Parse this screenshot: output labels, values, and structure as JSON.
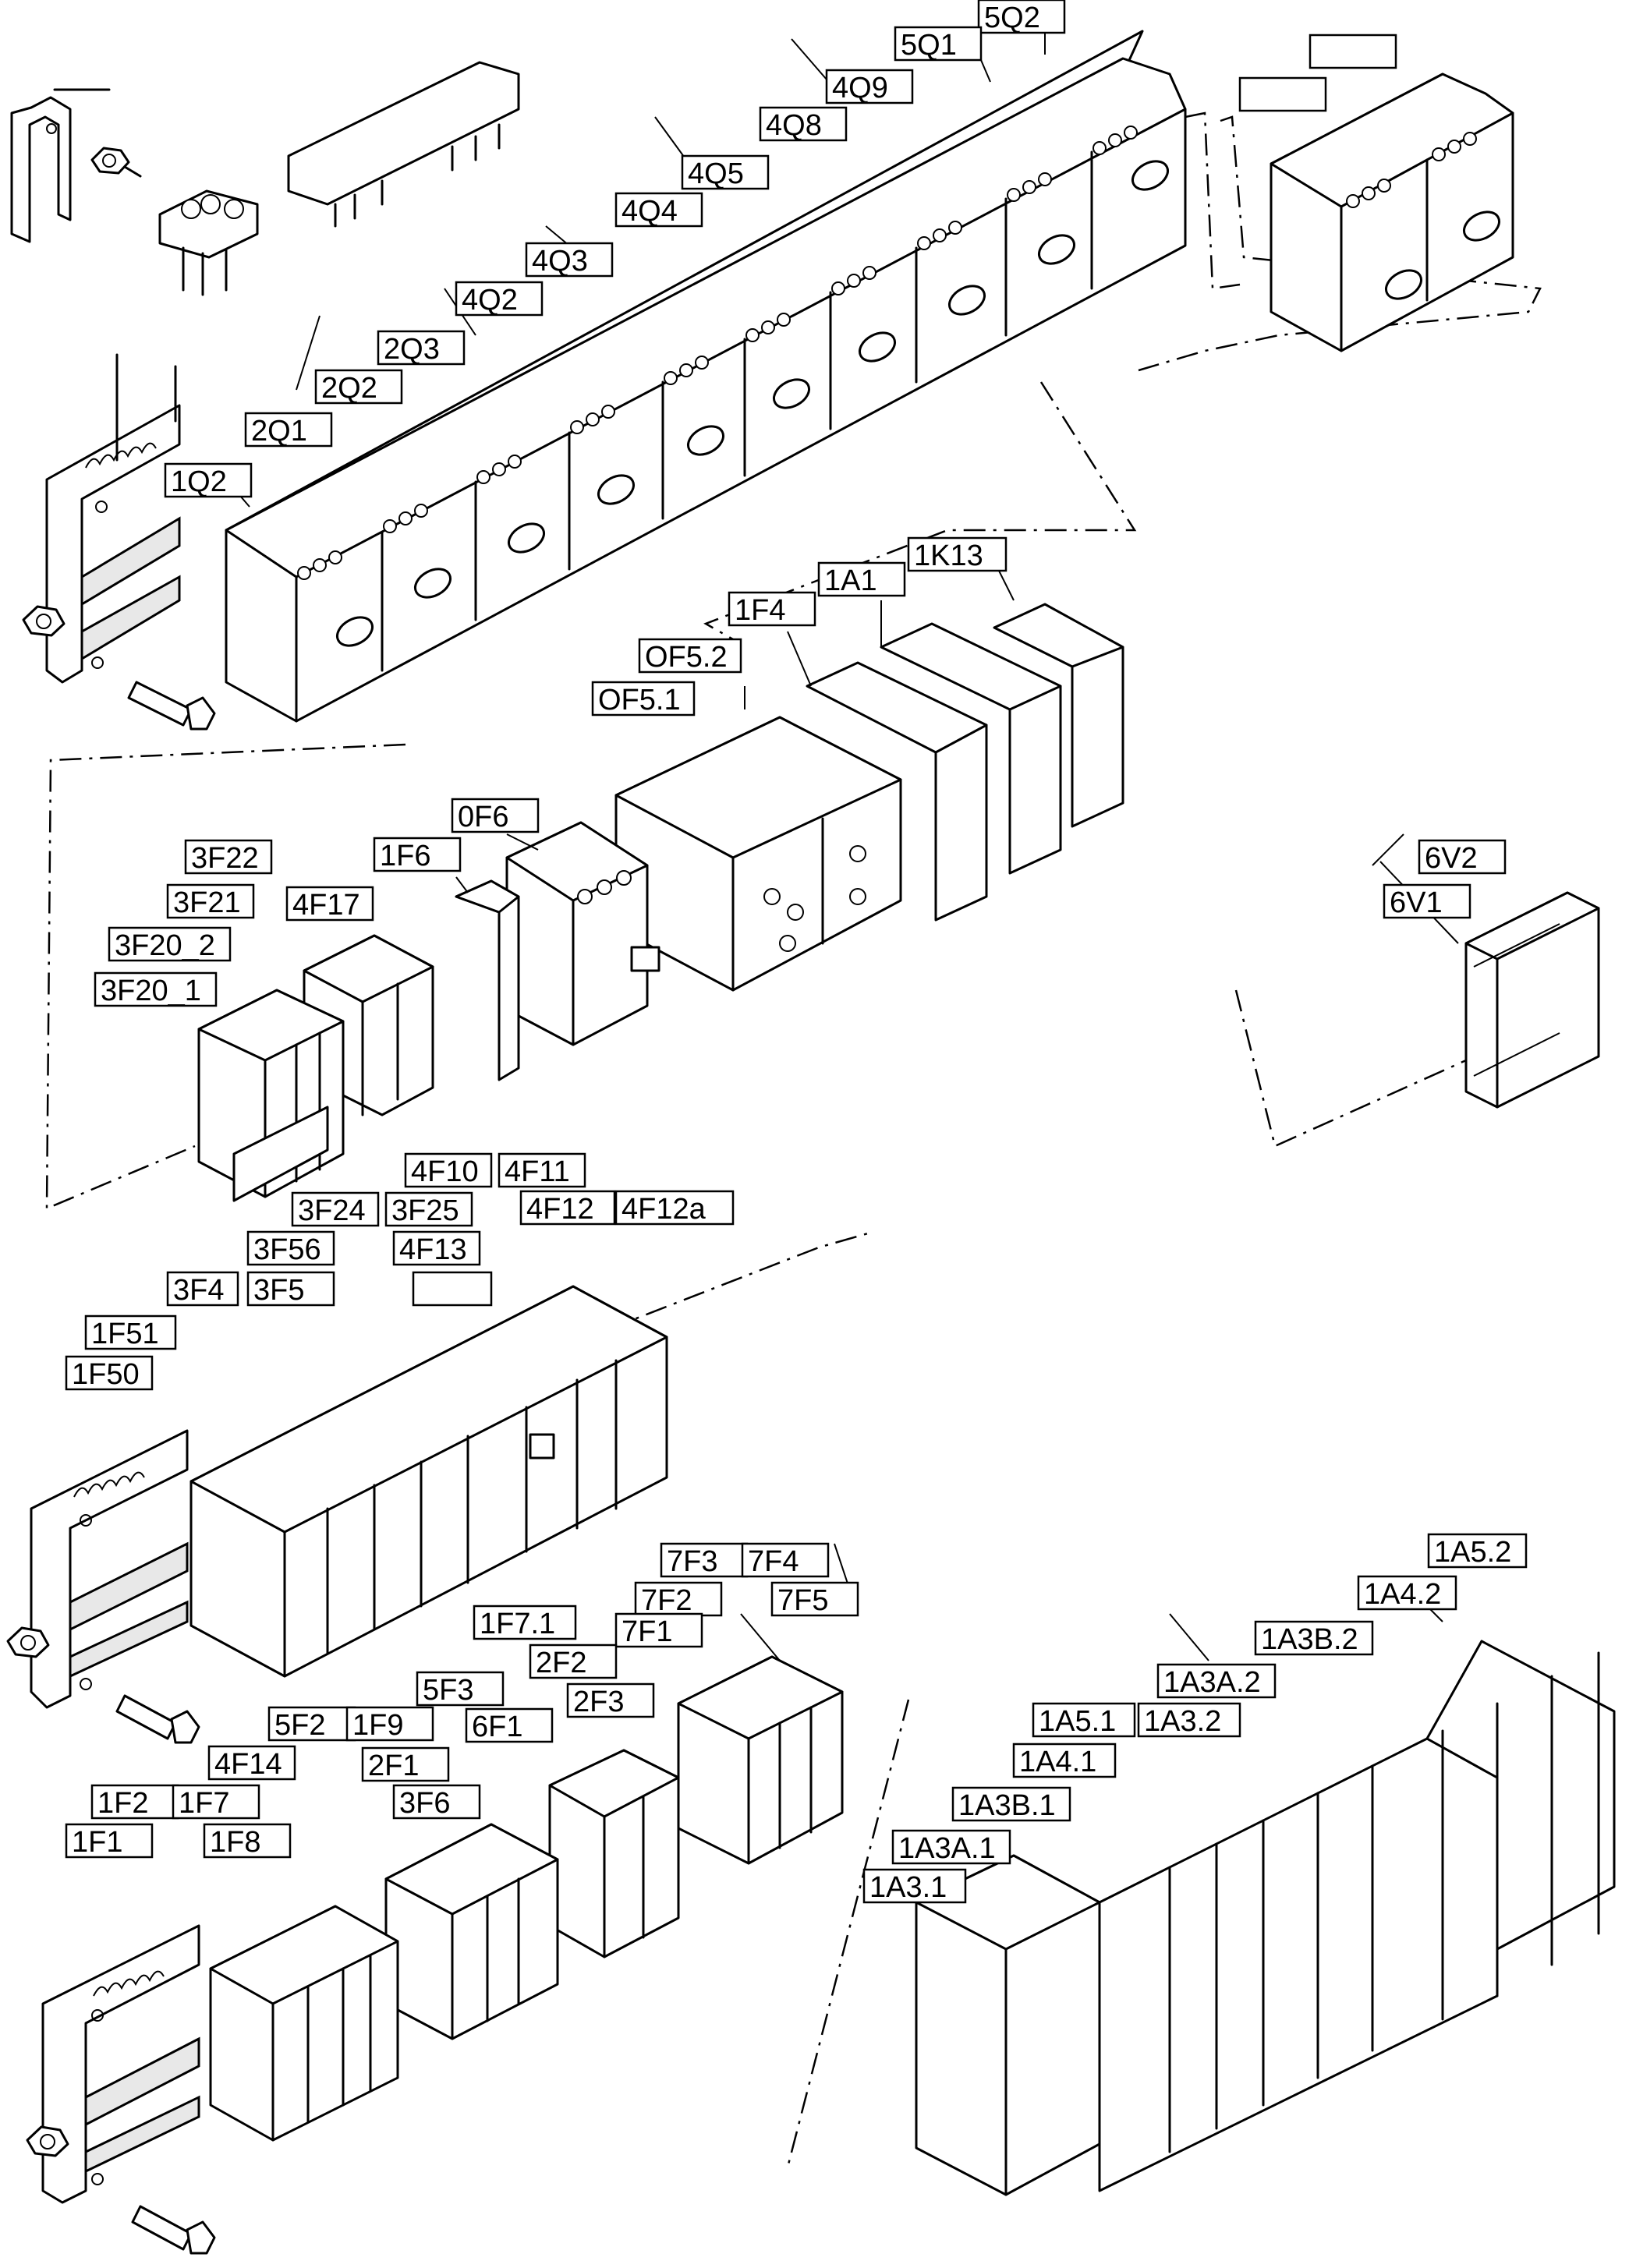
{
  "tags": {
    "q5_2": "5Q2",
    "q5_1": "5Q1",
    "q4_9": "4Q9",
    "q4_8": "4Q8",
    "q4_5": "4Q5",
    "q4_4": "4Q4",
    "q4_3": "4Q3",
    "q4_2": "4Q2",
    "q2_3": "2Q3",
    "q2_2": "2Q2",
    "q2_1": "2Q1",
    "q1_2": "1Q2",
    "k1_13": "1K13",
    "a1_1": "1A1",
    "f1_4": "1F4",
    "of5_2": "OF5.2",
    "of5_1": "OF5.1",
    "of6": "0F6",
    "f1_6": "1F6",
    "f4_17": "4F17",
    "f3_22": "3F22",
    "f3_21": "3F21",
    "f3_20_2": "3F20_2",
    "f3_20_1": "3F20_1",
    "v6_2": "6V2",
    "v6_1": "6V1",
    "f4_10": "4F10",
    "f4_11": "4F11",
    "f4_12": "4F12",
    "f4_12a": "4F12a",
    "f3_24": "3F24",
    "f3_25": "3F25",
    "f3_56": "3F56",
    "f4_13": "4F13",
    "f3_4": "3F4",
    "f3_5": "3F5",
    "f1_51": "1F51",
    "f1_50": "1F50",
    "f7_3": "7F3",
    "f7_4": "7F4",
    "f7_2": "7F2",
    "f7_5": "7F5",
    "f7_1": "7F1",
    "f1_7_1": "1F7.1",
    "f2_2": "2F2",
    "f2_3": "2F3",
    "f5_3": "5F3",
    "f5_2": "5F2",
    "f1_9": "1F9",
    "f6_1": "6F1",
    "f4_14": "4F14",
    "f2_1": "2F1",
    "f3_6": "3F6",
    "f1_2": "1F2",
    "f1_7": "1F7",
    "f1_1": "1F1",
    "f1_8": "1F8",
    "a1_5_2": "1A5.2",
    "a1_4_2": "1A4.2",
    "a1_3b_2": "1A3B.2",
    "a1_3a_2": "1A3A.2",
    "a1_5_1": "1A5.1",
    "a1_3_2": "1A3.2",
    "a1_4_1": "1A4.1",
    "a1_3b_1": "1A3B.1",
    "a1_3a_1": "1A3A.1",
    "a1_3_1": "1A3.1",
    "blank_1": "",
    "blank_2": "",
    "blank_3": ""
  }
}
